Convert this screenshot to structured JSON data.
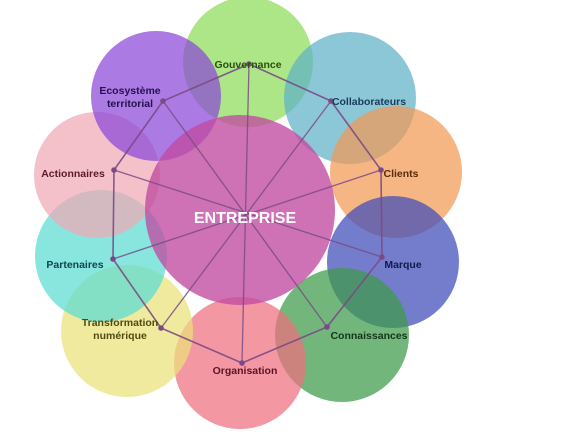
{
  "center": {
    "label": "ENTREPRISE",
    "color": "#c04aa0"
  },
  "lines": {
    "color": "#7a4a86"
  },
  "nodes": [
    {
      "key": "gouvernance",
      "label": "Gouvernance",
      "color": "#8edc58",
      "text_color": "#2e4f12"
    },
    {
      "key": "collaborateurs",
      "label": "Collaborateurs",
      "color": "#5fb2c8",
      "text_color": "#173c5a"
    },
    {
      "key": "clients",
      "label": "Clients",
      "color": "#f19a54",
      "text_color": "#5b2a0a"
    },
    {
      "key": "marque",
      "label": "Marque",
      "color": "#3f4bb7",
      "text_color": "#101a4e"
    },
    {
      "key": "connaissances",
      "label": "Connaissances",
      "color": "#3d9a48",
      "text_color": "#12361a"
    },
    {
      "key": "organisation",
      "label": "Organisation",
      "color": "#ef6f7e",
      "text_color": "#5a1522"
    },
    {
      "key": "transformation-numerique",
      "label": [
        "Transformation",
        "numérique"
      ],
      "color": "#eae27a",
      "text_color": "#4f4a10"
    },
    {
      "key": "partenaires",
      "label": "Partenaires",
      "color": "#5adcd3",
      "text_color": "#0d4550"
    },
    {
      "key": "actionnaires",
      "label": "Actionnaires",
      "color": "#f0a9b6",
      "text_color": "#5a1a2a"
    },
    {
      "key": "ecosysteme-territorial",
      "label": [
        "Ecosystème",
        "territorial"
      ],
      "color": "#8a46d8",
      "text_color": "#241050"
    }
  ]
}
